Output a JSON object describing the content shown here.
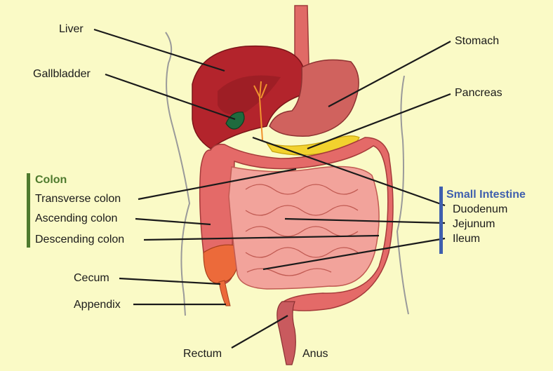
{
  "colors": {
    "background": "#fafac6",
    "colon_group": "#4e7a2e",
    "small_intestine_group": "#3f5fae",
    "liver": "#b3242c",
    "stomach": "#d0625e",
    "pancreas": "#f2d22e",
    "gallbladder": "#1f6b3e",
    "intestine": "#f2a39b",
    "large_intestine": "#e46a68",
    "cecum": "#ec6a3a",
    "rectum": "#c95a5e"
  },
  "labels": {
    "liver": "Liver",
    "gallbladder": "Gallbladder",
    "stomach": "Stomach",
    "pancreas": "Pancreas",
    "transverse_colon": "Transverse colon",
    "ascending_colon": "Ascending colon",
    "descending_colon": "Descending colon",
    "cecum": "Cecum",
    "appendix": "Appendix",
    "rectum": "Rectum",
    "anus": "Anus",
    "duodenum": "Duodenum",
    "jejunum": "Jejunum",
    "ileum": "Ileum"
  },
  "groups": {
    "colon": "Colon",
    "small_intestine": "Small Intestine"
  }
}
